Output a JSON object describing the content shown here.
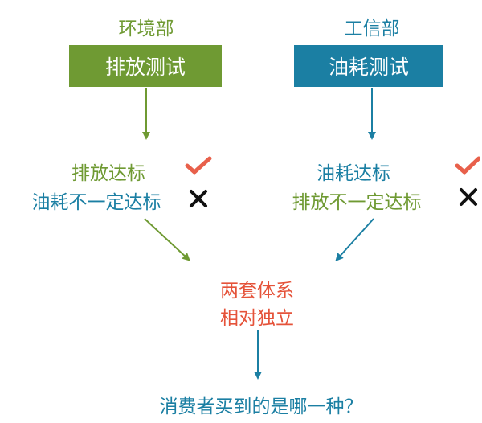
{
  "colors": {
    "green": "#6f9a33",
    "blue": "#1b7fa3",
    "orange": "#e5533a",
    "check": "#e8604b",
    "cross": "#111111",
    "arrow_green": "#6f9a33",
    "arrow_blue": "#1b7fa3"
  },
  "left": {
    "ministry": "环境部",
    "box": "排放测试",
    "line1": "排放达标",
    "line2": "油耗不一定达标",
    "mark1": "check-icon",
    "mark2": "cross-icon"
  },
  "right": {
    "ministry": "工信部",
    "box": "油耗测试",
    "line1": "油耗达标",
    "line2": "排放不一定达标",
    "mark1": "check-icon",
    "mark2": "cross-icon"
  },
  "center": {
    "line1": "两套体系",
    "line2": "相对独立"
  },
  "bottom": {
    "question": "消费者买到的是哪一种？"
  }
}
